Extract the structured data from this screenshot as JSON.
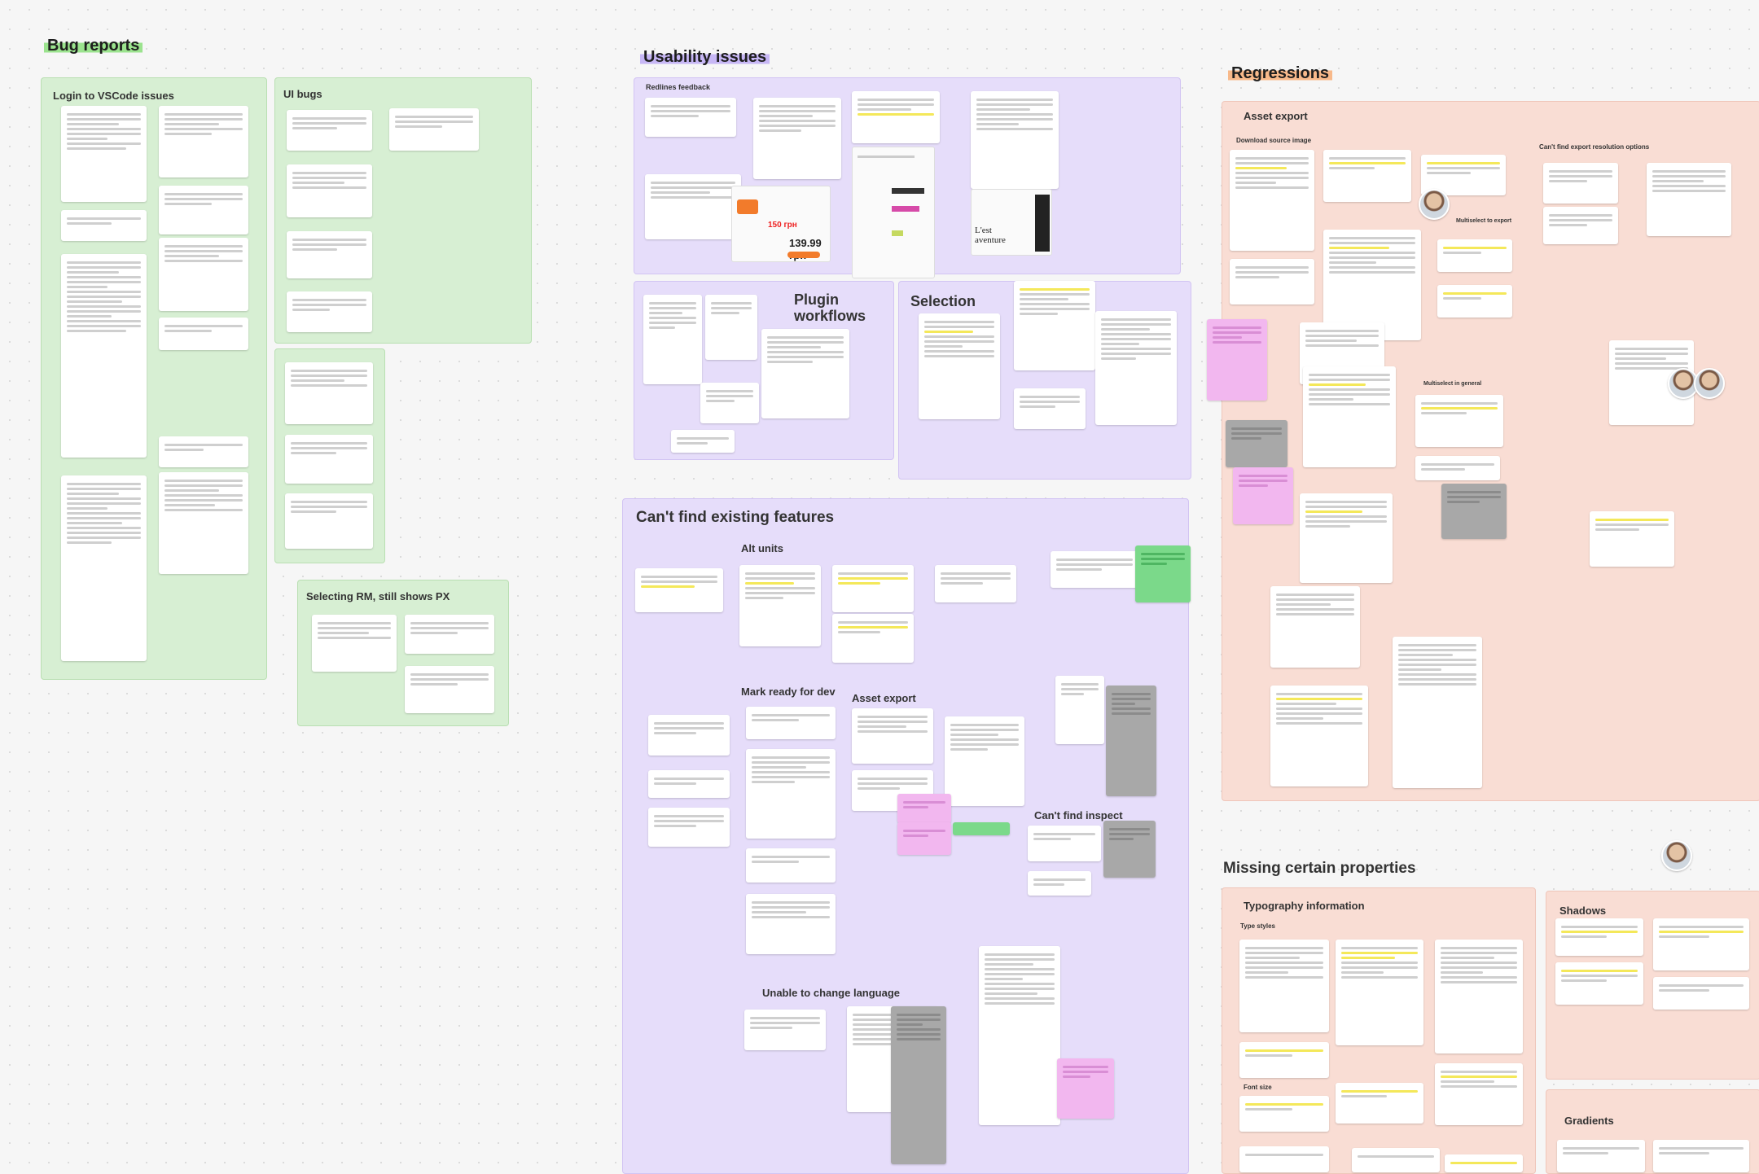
{
  "board": {
    "titles": {
      "bug_reports": "Bug reports",
      "usability": "Usability issues",
      "regressions": "Regressions",
      "missing_props": "Missing certain properties",
      "cant_find": "Can't find existing features"
    },
    "bug_sections": {
      "vscode": "Login to VSCode issues",
      "ui_bugs": "UI bugs",
      "selecting_rm": "Selecting RM, still shows PX"
    },
    "usability_sections": {
      "redlines": "Redlines feedback",
      "plugin": "Plugin workflows",
      "selection": "Selection"
    },
    "cant_find_sections": {
      "alt_units": "Alt units",
      "mark_ready": "Mark ready for dev",
      "asset_export": "Asset export",
      "cant_find_inspect": "Can't find inspect",
      "unable_language": "Unable to change language"
    },
    "regression_sections": {
      "asset_export": "Asset export",
      "download_source": "Download source image",
      "cant_find_resolution": "Can't find export resolution options",
      "multiselect_export": "Multiselect to export",
      "multiselect_general": "Multiselect in general"
    },
    "missing_sections": {
      "typography": "Typography information",
      "type_styles": "Type styles",
      "font_size": "Font size",
      "shadows": "Shadows",
      "gradients": "Gradients"
    },
    "product_price": "139.99 грн",
    "product_price_small": "150 грн",
    "cest_text": "L'est aventure"
  },
  "colors": {
    "green_section": "#d7efd3",
    "purple_section": "#e6ddfa",
    "orange_section": "#f9ddd4",
    "highlight": "#f4e85a",
    "pink_sticky": "#f2b7ef",
    "green_sticky": "#7bd98a"
  }
}
